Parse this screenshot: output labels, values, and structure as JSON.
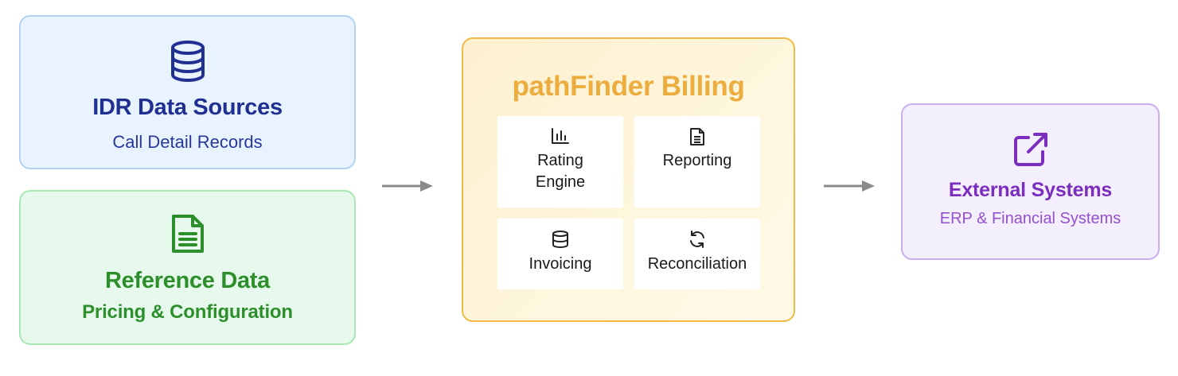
{
  "sources": {
    "idr": {
      "title": "IDR Data Sources",
      "subtitle": "Call Detail Records",
      "icon": "database-icon",
      "color": "#1f2f92"
    },
    "reference": {
      "title": "Reference Data",
      "subtitle": "Pricing & Configuration",
      "icon": "document-icon",
      "color": "#2d8f2b"
    }
  },
  "billing": {
    "title": "pathFinder Billing",
    "color": "#ecac3e",
    "modules": [
      {
        "label_line1": "Rating",
        "label_line2": "Engine",
        "icon": "bar-chart-icon"
      },
      {
        "label_line1": "Reporting",
        "label_line2": "",
        "icon": "document-icon"
      },
      {
        "label_line1": "Invoicing",
        "label_line2": "",
        "icon": "database-icon"
      },
      {
        "label_line1": "Reconciliation",
        "label_line2": "",
        "icon": "refresh-icon"
      }
    ]
  },
  "external": {
    "title": "External Systems",
    "subtitle": "ERP & Financial Systems",
    "icon": "external-link-icon",
    "color": "#7a2dbe"
  }
}
